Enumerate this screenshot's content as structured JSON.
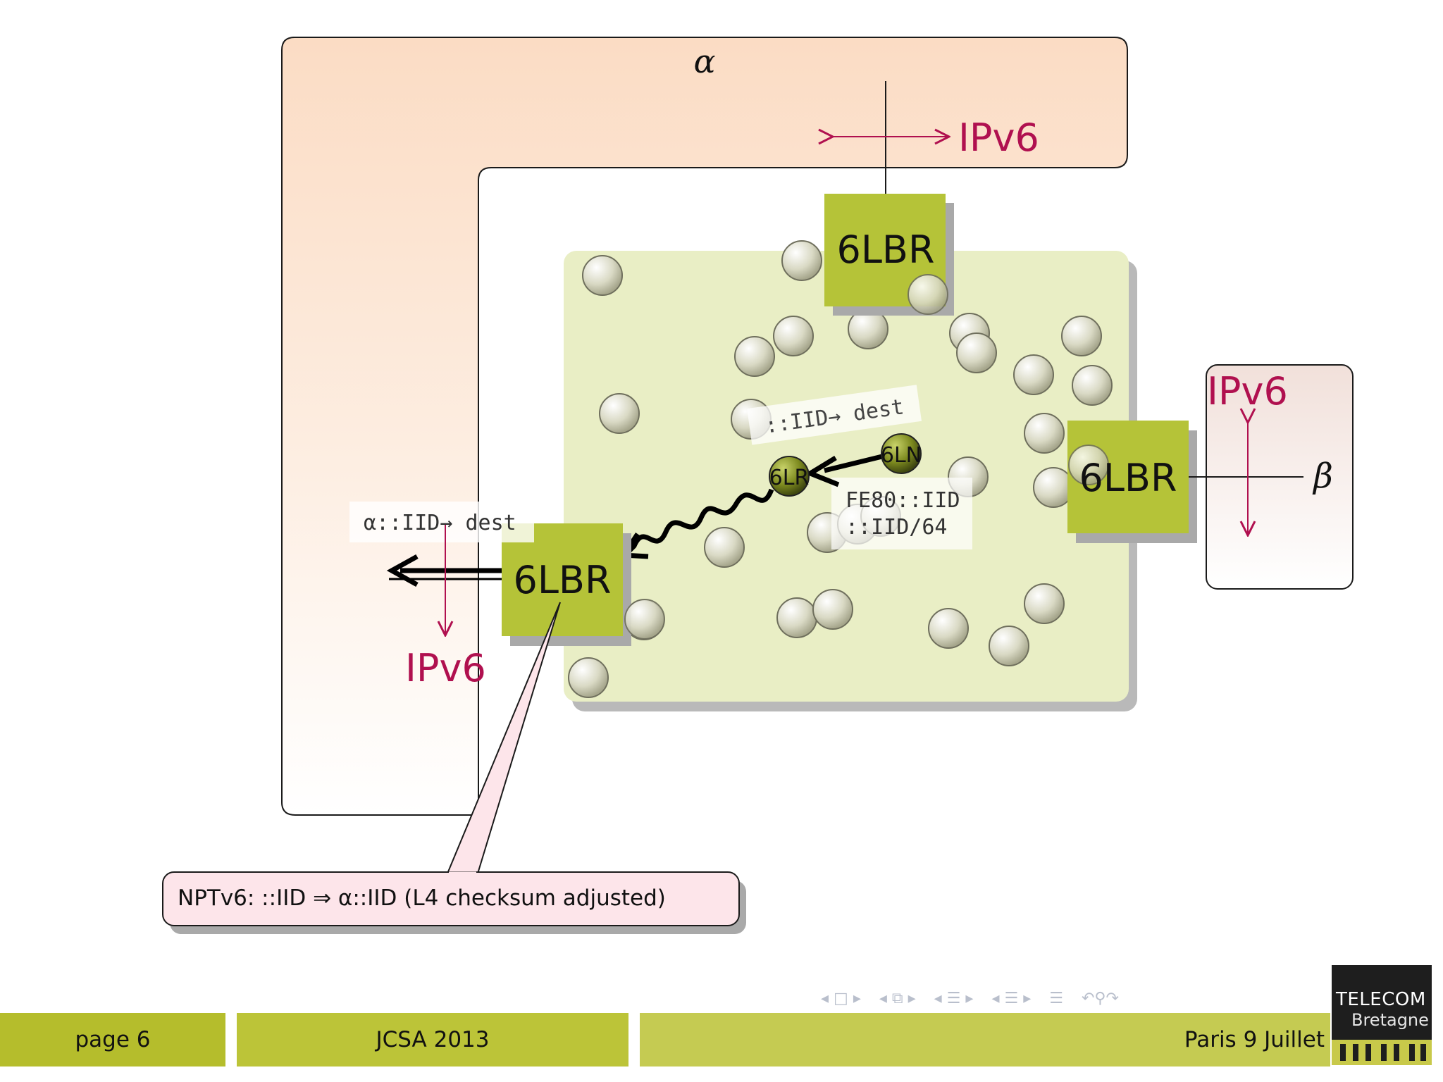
{
  "diagram": {
    "region_alpha_label": "α",
    "region_beta_label": "β",
    "ipv6_top": "IPv6",
    "ipv6_right": "IPv6",
    "ipv6_left": "IPv6",
    "router_top": "6LBR",
    "router_right": "6LBR",
    "router_left": "6LBR",
    "node_6ln": "6LN",
    "node_6lr": "6LR",
    "label_iid_dest": "::IID→ dest",
    "label_fe80_line1": "FE80::IID",
    "label_fe80_line2": "::IID/64",
    "label_alpha_dest": "α::IID→ dest",
    "callout_text": "NPTv6: ::IID ⇒ α::IID (L4 checksum adjusted)"
  },
  "footer": {
    "page": "page 6",
    "event": "JCSA 2013",
    "place": "Paris 9 Juillet"
  },
  "nav_icons": [
    "nav-prev-arrow-icon",
    "slide-icon",
    "nav-next-arrow-icon",
    "frame-icon",
    "section-icon",
    "subsection-icon",
    "outline-icon",
    "search-icon",
    "undo-icon"
  ],
  "logo": {
    "line1": "TELECOM",
    "line2": "Bretagne"
  },
  "colors": {
    "accent_red": "#b0104f",
    "router_green": "#b5c338",
    "region_peach": "#fde0c8",
    "network_green": "#e9eec5",
    "footer_green": "#b5bd2c",
    "callout_pink": "#fde5ea"
  }
}
